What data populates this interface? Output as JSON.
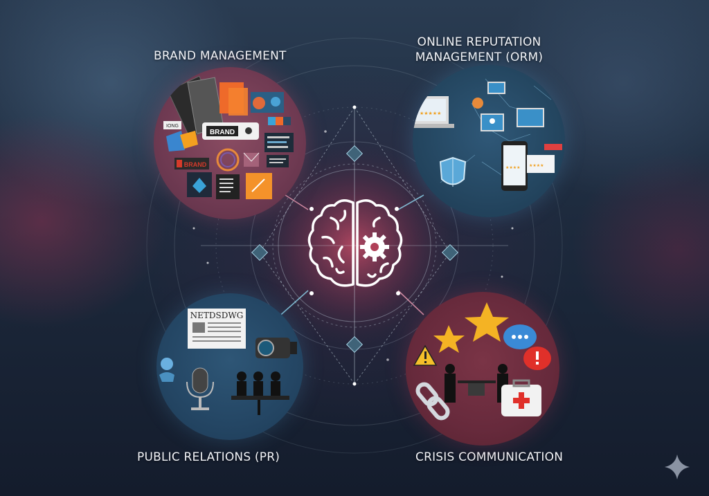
{
  "diagram": {
    "type": "hub-and-spoke concept illustration",
    "center": {
      "icon": "brain-with-gear-icon",
      "color": "#ffffff",
      "glow": "#d04060"
    },
    "quadrants": [
      {
        "id": "brand",
        "label": "BRAND MANAGEMENT",
        "position": "top-left",
        "circle_color": "#7a4258",
        "icons": [
          "color-swatch-icon",
          "shapes-icon",
          "brand-tag-icon",
          "logo-tag-icon",
          "chart-ring-icon",
          "envelope-icon",
          "chat-bubble-icon",
          "document-icon",
          "layout-icon"
        ],
        "texts": [
          "BRAND",
          "BRAND",
          "IONG"
        ]
      },
      {
        "id": "orm",
        "label_line1": "ONLINE REPUTATION",
        "label_line2": "MANAGEMENT (ORM)",
        "position": "top-right",
        "circle_color": "#27506c",
        "icons": [
          "laptop-review-icon",
          "shield-icon",
          "smartphone-review-icon",
          "monitor-icon",
          "network-icon",
          "star-rating-icon"
        ]
      },
      {
        "id": "pr",
        "label": "PUBLIC RELATIONS (PR)",
        "position": "bottom-left",
        "circle_color": "#264a68",
        "icons": [
          "newspaper-icon",
          "video-camera-icon",
          "microphone-icon",
          "press-conference-icon",
          "speech-user-icon"
        ],
        "texts": [
          "NETDSDWG"
        ]
      },
      {
        "id": "crisis",
        "label": "CRISIS COMMUNICATION",
        "position": "bottom-right",
        "circle_color": "#6d2e40",
        "icons": [
          "star-icon",
          "star-icon",
          "warning-icon",
          "chat-dots-icon",
          "alert-bubble-icon",
          "chain-link-icon",
          "first-aid-kit-icon",
          "interview-icon"
        ]
      }
    ],
    "connectors": {
      "style": "glowing network lines with diamond nodes",
      "node_color": "#9cc8dc"
    },
    "watermark": {
      "icon": "sparkle-icon",
      "color": "#8a93a3"
    }
  }
}
